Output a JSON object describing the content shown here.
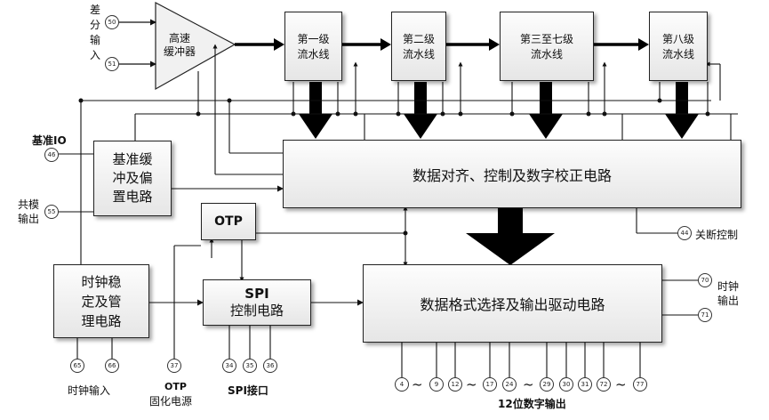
{
  "blocks": {
    "amp": "高速\n缓冲器",
    "stage1": "第一级\n流水线",
    "stage2": "第二级\n流水线",
    "stage3_7": "第三至七级\n流水线",
    "stage8": "第八级\n流水线",
    "correction": "数据对齐、控制及数字校正电路",
    "ref_buffer": "基准缓\n冲及偏\n置电路",
    "otp": "OTP",
    "spi_title": "SPI",
    "spi_sub": "控制电路",
    "clock": "时钟稳\n定及管\n理电路",
    "output_driver": "数据格式选择及输出驱动电路"
  },
  "labels": {
    "diff_input": "差\n分\n输\n入",
    "ref_io": "基准IO",
    "cm_out": "共模\n输出",
    "shutdown": "关断控制",
    "clk_out": "时钟\n输出",
    "clk_in": "时钟输入",
    "otp_prog_1": "OTP",
    "otp_prog_2": "固化电源",
    "spi_port": "SPI接口",
    "output_12bit": "12位数字输出",
    "tilde": "~"
  },
  "pins": {
    "in_pos": "50",
    "in_neg": "51",
    "ref_io": "46",
    "cm_out": "55",
    "shutdown": "44",
    "clk_out_p": "70",
    "clk_out_n": "71",
    "clk_in_p": "65",
    "clk_in_n": "66",
    "otp": "37",
    "spi_1": "34",
    "spi_2": "35",
    "spi_3": "36",
    "d4": "4",
    "d9": "9",
    "d12": "12",
    "d17": "17",
    "d24": "24",
    "d29": "29",
    "d30": "30",
    "d31": "31",
    "d72": "72",
    "d77": "77"
  }
}
